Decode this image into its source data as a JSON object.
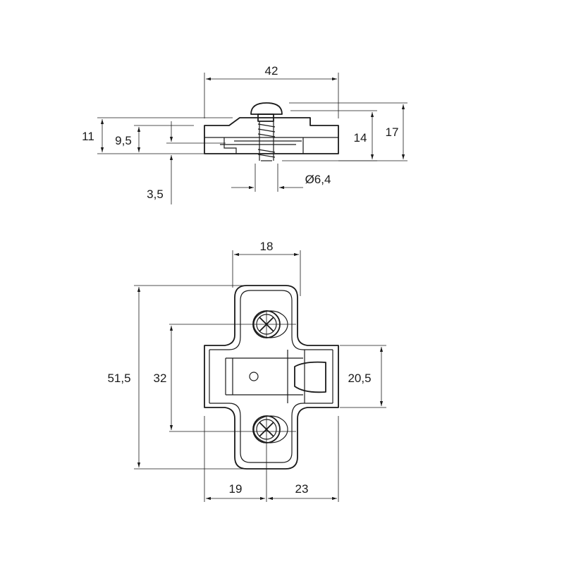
{
  "drawing": {
    "side_view": {
      "width_label": "42",
      "height_11_label": "11",
      "height_9_5_label": "9,5",
      "height_3_5_label": "3,5",
      "height_14_label": "14",
      "height_17_label": "17",
      "diameter_label": "Ø6,4"
    },
    "top_view": {
      "width_18_label": "18",
      "length_51_5_label": "51,5",
      "hole_pitch_32_label": "32",
      "width_20_5_label": "20,5",
      "offset_19_label": "19",
      "offset_23_label": "23"
    },
    "colors": {
      "line": "#1a1a1a",
      "background": "#ffffff"
    }
  }
}
